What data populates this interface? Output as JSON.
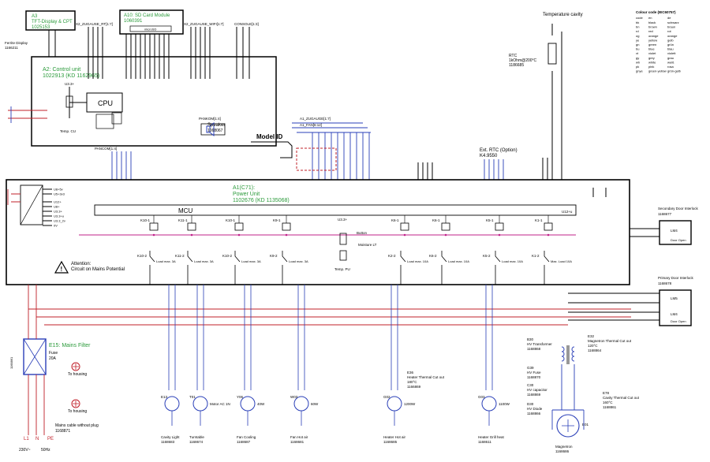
{
  "modules": {
    "a3": {
      "code": "A3",
      "name": "TFT-Display & CPT",
      "part": "1025153"
    },
    "a10": {
      "code": "A10: SD Card Module",
      "part": "1060391",
      "slot": "microSD"
    },
    "ferrite": {
      "name": "Ferrite Display",
      "part": "1166211"
    },
    "a2": {
      "code": "A2: Control unit",
      "part": "1022913 (KD 1162965)"
    },
    "cpu": {
      "label": "CPU"
    },
    "temp_cu": {
      "label": "Temp. CU",
      "rail": "U3.3+"
    },
    "speaker": {
      "label": "Speaker",
      "part": "1068067"
    },
    "model_id": {
      "label": "Model ID"
    },
    "ext_rtc": {
      "label": "Ext. RTC (Option)",
      "part": "K4.9550"
    },
    "temp_cavity": {
      "label": "Temperature cavity"
    },
    "rtc": {
      "label": "RTC",
      "spec": "1kOhm@200°C",
      "part": "1186685"
    },
    "a1": {
      "code": "A1(C71):",
      "name": "Power Unit",
      "part": "1102676 (KD 1135068)"
    },
    "mcu": {
      "label": "MCU"
    },
    "attention": {
      "title": "Attention:",
      "text": "Circuit on Mains Potential"
    },
    "secondary_door": {
      "label": "Secondary Door Interlock",
      "part": "1168677",
      "switch": "LM4",
      "contact": "Door Open"
    },
    "primary_door": {
      "label": "Primary Door Interlock",
      "part": "1168678",
      "switch_a": "LM5",
      "switch_b": "LM4",
      "contact": "Door Open"
    },
    "mains_filter": {
      "code": "E15: Mains Filter",
      "fuse": "Fuse",
      "rating": "20A"
    },
    "mains_cable": {
      "label": "Mains cable without plug",
      "part": "1168871"
    },
    "to_housing_1": "To housing",
    "to_housing_2": "To housing",
    "mains_terms": [
      "L1",
      "N",
      "PE"
    ],
    "supply": [
      "230V~",
      "50Hz"
    ],
    "colour_code": {
      "title": "Colour code (IEC60757)",
      "cols": [
        "code",
        "en",
        "de"
      ],
      "rows": [
        [
          "bk",
          "black",
          "schwarz"
        ],
        [
          "bn",
          "brown",
          "braun"
        ],
        [
          "rd",
          "red",
          "rot"
        ],
        [
          "og",
          "orange",
          "orange"
        ],
        [
          "ye",
          "yellow",
          "gelb"
        ],
        [
          "gn",
          "green",
          "grün"
        ],
        [
          "bu",
          "blue",
          "blau"
        ],
        [
          "vt",
          "violet",
          "violett"
        ],
        [
          "gy",
          "grey",
          "grau"
        ],
        [
          "wh",
          "white",
          "weiß"
        ],
        [
          "pk",
          "pink",
          "rosa"
        ],
        [
          "gnye",
          "green-yellow",
          "grün-gelb"
        ]
      ]
    }
  },
  "connectors": {
    "x2_zugang": "X2_ZUGAUSE_RT[1:7]",
    "x2_zugang2": "X2_ZUGAUSE_WIFI[1:7]",
    "console": "CONSOLE[1:3]",
    "a1_zugang": "A1_ZUGAUGE[1:7]",
    "a1_fan": "A1_FAN[6:12]",
    "pankom": "PANCOM[1:4]",
    "pankom2": "PANKOM[1:4]"
  },
  "rails": [
    "U8+5v",
    "U5+3v3",
    "U12+",
    "U8+",
    "U3.3+",
    "U3.3+u",
    "U3.3_2v",
    "0V"
  ],
  "relays": [
    "K10-1",
    "K11-1",
    "K10-1",
    "K9-1",
    "K6-1",
    "K6-1",
    "K5-1",
    "K1-1"
  ],
  "contacts": [
    {
      "id": "K10-2",
      "load": "Load max. 3A"
    },
    {
      "id": "K11-2",
      "load": "Load max. 3A"
    },
    {
      "id": "K10-2",
      "load": "Load max. 3A"
    },
    {
      "id": "K9-2",
      "load": "Load max. 3A"
    },
    {
      "id": "K2-2",
      "load": "Load max. 10A"
    },
    {
      "id": "K6-2",
      "load": "Load max. 10A"
    },
    {
      "id": "K5-2",
      "load": "Load max. 10A"
    },
    {
      "id": "K1-2",
      "load": "Max. Load 10A"
    }
  ],
  "loads": [
    {
      "id": "E13",
      "name": "Cavity Light",
      "part": "1168683"
    },
    {
      "id": "T01",
      "name": "Turntable",
      "part": "1168674",
      "note": "Motor AC 1N"
    },
    {
      "id": "Y06",
      "name": "Fan Cooling",
      "part": "1168687",
      "power": "40W"
    },
    {
      "id": "W03",
      "name": "Fan Hot air",
      "part": "1168681",
      "power": "60W"
    },
    {
      "id": "G02",
      "name": "Heater Hot air",
      "part": "1168685",
      "power": "1200W"
    },
    {
      "id": "G03",
      "name": "Heater Grill heat",
      "part": "1168611",
      "power": "1100W"
    },
    {
      "id": "E01",
      "name": "Magnetron",
      "part": "1168686"
    }
  ],
  "hv": {
    "transformer": {
      "id": "B30",
      "label": "HV Transformer",
      "part": "1168868"
    },
    "cutout": {
      "id": "E32",
      "label": "Magnetron Thermal Cut out",
      "spec": "120°C",
      "part": "1168864"
    },
    "fuse": {
      "id": "G39",
      "label": "HV Fuse",
      "part": "1168870"
    },
    "cap": {
      "id": "C30",
      "label": "HV capacitor",
      "part": "1168869"
    },
    "diode": {
      "id": "D30",
      "label": "HV Diode",
      "part": "1168866"
    },
    "cutout2": {
      "id": "E36",
      "label": "Heater Thermal Cut out",
      "spec": "180°C",
      "part": "1166869"
    },
    "cavity_cut": {
      "id": "E78",
      "label": "Cavity Thermal Cut out",
      "spec": "160°C",
      "part": "1168861"
    }
  },
  "misc": {
    "ptc": "U3.3+",
    "temp_pu": "Temp. PU",
    "button": "Button",
    "moisture": "Moisture LT",
    "u12": "U12+u",
    "side_label": "1168861"
  }
}
